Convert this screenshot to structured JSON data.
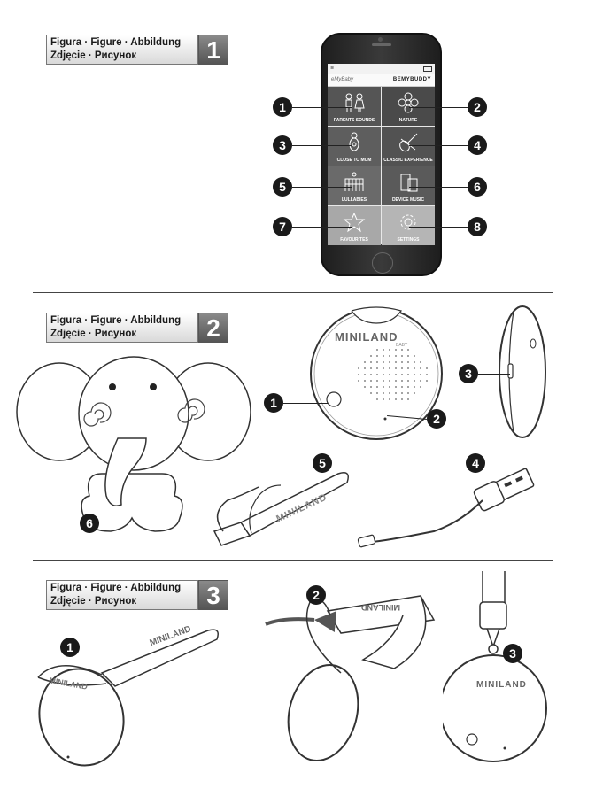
{
  "figures": [
    {
      "line1": "Figura · Figure · Abbildung",
      "line2": "Zdjęcie · Рисунок",
      "number": "1"
    },
    {
      "line1": "Figura · Figure · Abbildung",
      "line2": "Zdjęcie · Рисунок",
      "number": "2"
    },
    {
      "line1": "Figura · Figure · Abbildung",
      "line2": "Zdjęcie · Рисунок",
      "number": "3"
    }
  ],
  "phone": {
    "brand_left": "eMyBaby",
    "brand_right": "BEMYBUDDY",
    "tiles": [
      {
        "label": "PARENTS SOUNDS",
        "icon": "parents-icon",
        "color": "#555555"
      },
      {
        "label": "NATURE",
        "icon": "flower-icon",
        "color": "#4a4a4a"
      },
      {
        "label": "CLOSE TO MUM",
        "icon": "mother-icon",
        "color": "#5e5e5e"
      },
      {
        "label": "CLASSIC EXPERIENCE",
        "icon": "violin-icon",
        "color": "#525252"
      },
      {
        "label": "LULLABIES",
        "icon": "crib-icon",
        "color": "#6a6a6a"
      },
      {
        "label": "DEVICE MUSIC",
        "icon": "device-icon",
        "color": "#5a5a5a"
      },
      {
        "label": "FAVOURITES",
        "icon": "star-icon",
        "color": "#a8a8a8"
      },
      {
        "label": "SETTINGS",
        "icon": "gear-icon",
        "color": "#b5b5b5"
      }
    ]
  },
  "callouts_fig1": [
    "1",
    "2",
    "3",
    "4",
    "5",
    "6",
    "7",
    "8"
  ],
  "callouts_fig2": [
    "1",
    "2",
    "3",
    "4",
    "5",
    "6"
  ],
  "callouts_fig3": [
    "1",
    "2",
    "3"
  ],
  "logo_text": "MINILAND",
  "logo_sub": "BABY"
}
